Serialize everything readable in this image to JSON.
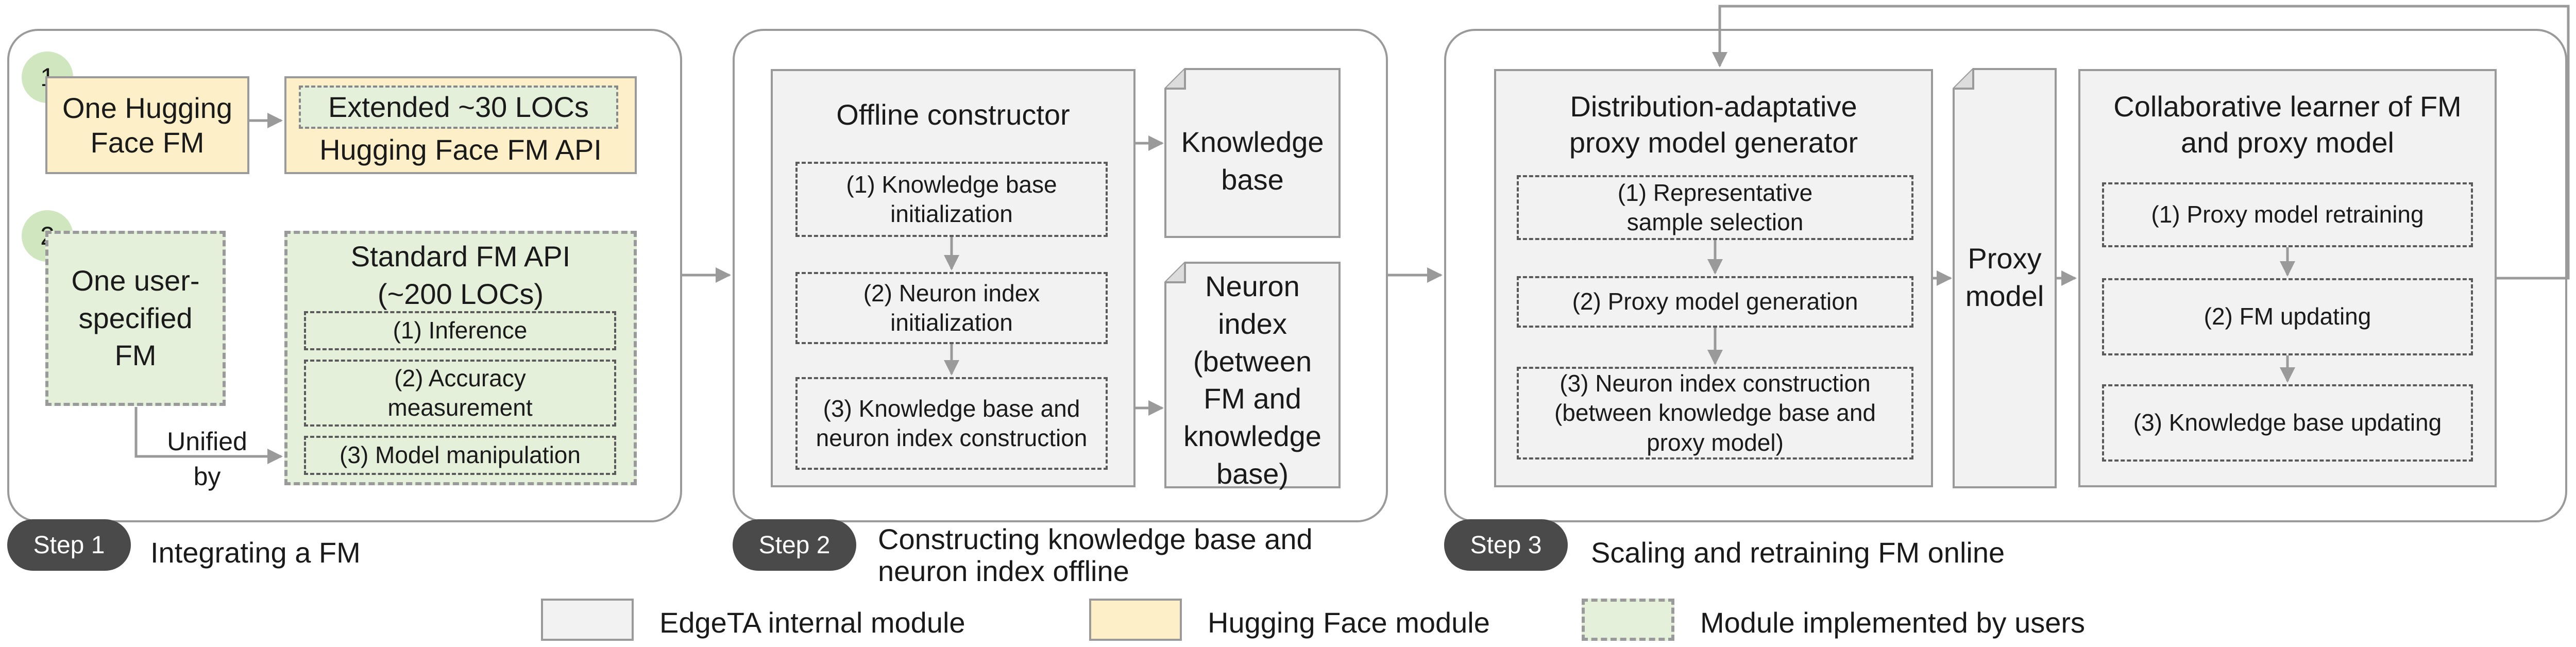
{
  "step1": {
    "badge_1": "1",
    "badge_2": "2",
    "hf_fm": "One Hugging Face FM",
    "extended_locs": "Extended ~30 LOCs",
    "hf_api": "Hugging Face FM API",
    "user_fm": "One user-specified FM",
    "std_api_title": "Standard FM API (~200 LOCs)",
    "inference": "(1) Inference",
    "accuracy": "(2) Accuracy measurement",
    "manipulation": "(3) Model manipulation",
    "unified_by": "Unified by",
    "step_label": "Step 1",
    "step_title": "Integrating a FM"
  },
  "step2": {
    "offline_title": "Offline constructor",
    "kb_init": "(1) Knowledge base initialization",
    "ni_init": "(2) Neuron index initialization",
    "kb_ni_construct": "(3) Knowledge base and neuron index construction",
    "knowledge_base": "Knowledge base",
    "neuron_index": "Neuron index (between FM and knowledge base)",
    "step_label": "Step 2",
    "step_title": "Constructing knowledge base and neuron index offline"
  },
  "step3": {
    "generator_title": "Distribution-adaptative proxy model generator",
    "sample_selection": "(1) Representative sample selection",
    "proxy_generation": "(2) Proxy model generation",
    "ni_construction": "(3) Neuron index construction (between knowledge base and proxy model)",
    "proxy_model": "Proxy model",
    "learner_title": "Collaborative learner of FM and proxy model",
    "proxy_retraining": "(1) Proxy model retraining",
    "fm_updating": "(2) FM updating",
    "kb_updating": "(3) Knowledge base updating",
    "step_label": "Step 3",
    "step_title": "Scaling and retraining FM online"
  },
  "legend": {
    "internal": "EdgeTA internal module",
    "huggingface": "Hugging Face module",
    "user": "Module implemented by users"
  },
  "colors": {
    "grey_module": "#f2f2f2",
    "yellow_module": "#fdf0c8",
    "green_module": "#e4f0da",
    "badge": "#cfe6bf",
    "step_pill": "#4a4a4a",
    "arrow": "#9a9a9a"
  }
}
